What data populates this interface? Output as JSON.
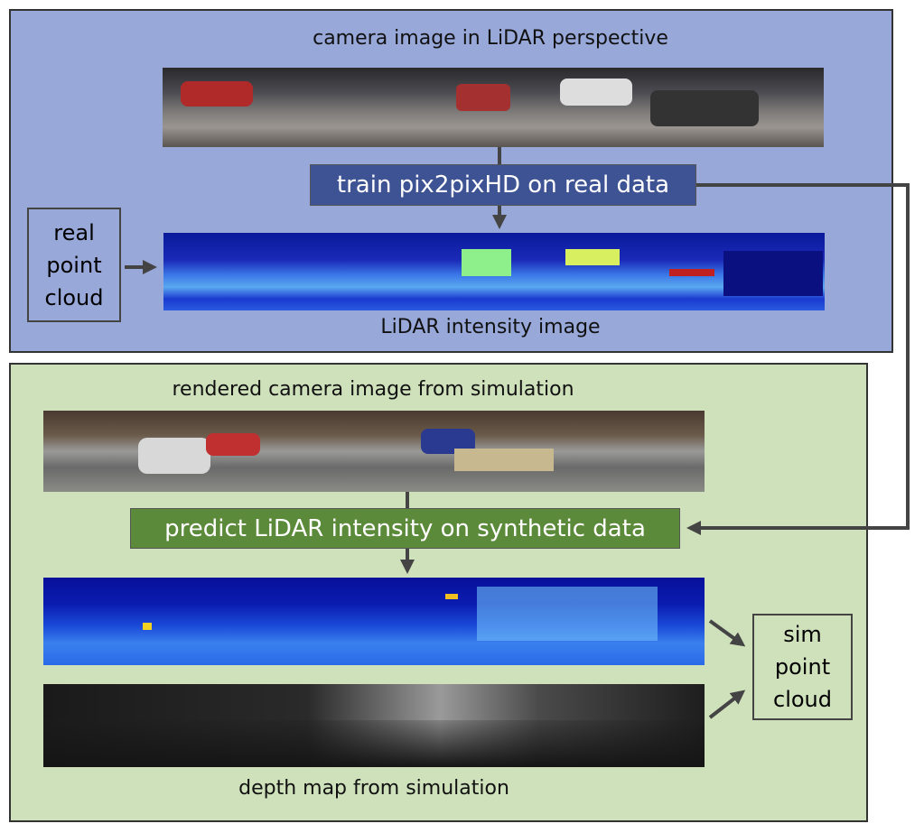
{
  "colors": {
    "real_panel": "#97a8d9",
    "sim_panel": "#cfe1bb",
    "train_label": "#3e5394",
    "predict_label": "#5b8a3a",
    "arrow": "#444444"
  },
  "real_section": {
    "title": "camera image in LiDAR perspective",
    "train_label": "train pix2pixHD on real data",
    "point_cloud_box": [
      "real",
      "point",
      "cloud"
    ],
    "lidar_caption": "LiDAR intensity image"
  },
  "sim_section": {
    "title": "rendered camera image from simulation",
    "predict_label": "predict LiDAR intensity on synthetic data",
    "point_cloud_box": [
      "sim",
      "point",
      "cloud"
    ],
    "depth_caption": "depth map from simulation"
  }
}
